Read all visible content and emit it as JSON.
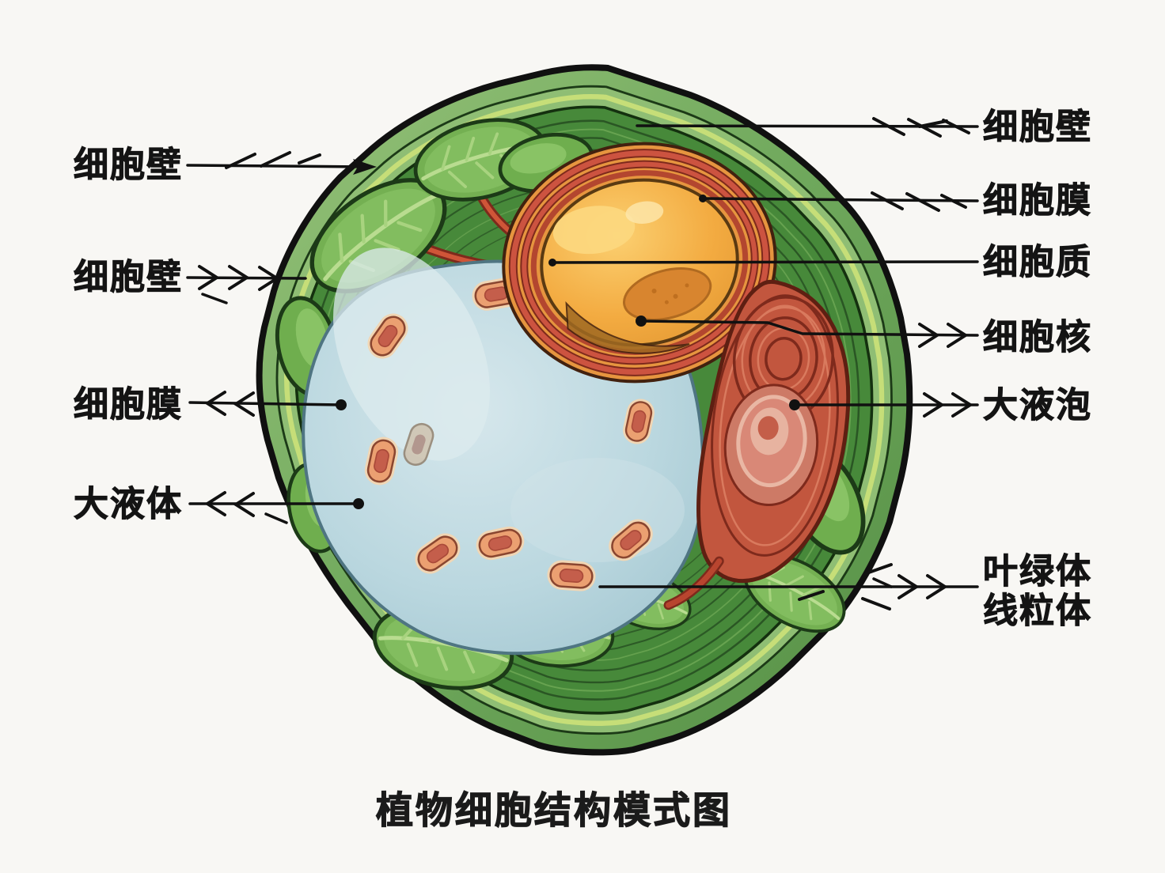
{
  "title": "植物细胞结构模式图",
  "labels": {
    "left": [
      {
        "id": "cell-wall-1",
        "text": "细胞壁"
      },
      {
        "id": "cell-wall-2",
        "text": "细胞壁"
      },
      {
        "id": "cell-membrane",
        "text": "细胞膜"
      },
      {
        "id": "large-vacuole-body",
        "text": "大液体"
      }
    ],
    "right": [
      {
        "id": "cell-wall",
        "text": "细胞壁"
      },
      {
        "id": "cell-membrane",
        "text": "细胞膜"
      },
      {
        "id": "cytoplasm",
        "text": "细胞质"
      },
      {
        "id": "nucleus",
        "text": "细胞核"
      },
      {
        "id": "large-vacuole",
        "text": "大液泡"
      },
      {
        "id": "chloroplast",
        "text": "叶绿体"
      },
      {
        "id": "mitochondrion",
        "text": "线粒体"
      }
    ]
  },
  "colors": {
    "background": "#f8f7f4",
    "cell_band_green": "#6fa85c",
    "cytoplasm_green": "#47893a",
    "accent_green": "#c6de78",
    "vacuole_blue": "#bad7df",
    "nucleus_orange": "#f3ab41",
    "envelope_red": "#cc5340",
    "organelle_red": "#c2563e",
    "pill_salmon": "#eba071",
    "label_text": "#141414"
  }
}
